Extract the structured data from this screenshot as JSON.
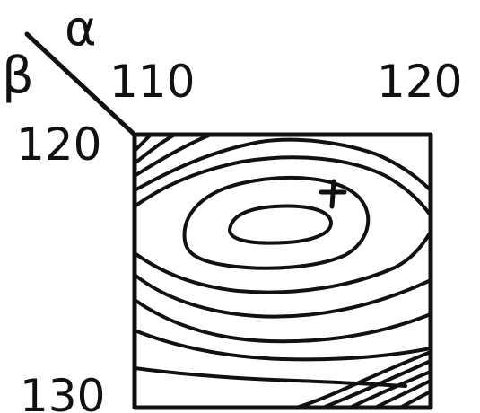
{
  "diagram": {
    "alpha_symbol": "α",
    "beta_symbol": "β",
    "alpha_ticks": [
      "110",
      "120"
    ],
    "beta_ticks": [
      "120",
      "130"
    ],
    "marker_symbol": "+",
    "ink_color": "#111111",
    "background_color": "#ffffff"
  }
}
